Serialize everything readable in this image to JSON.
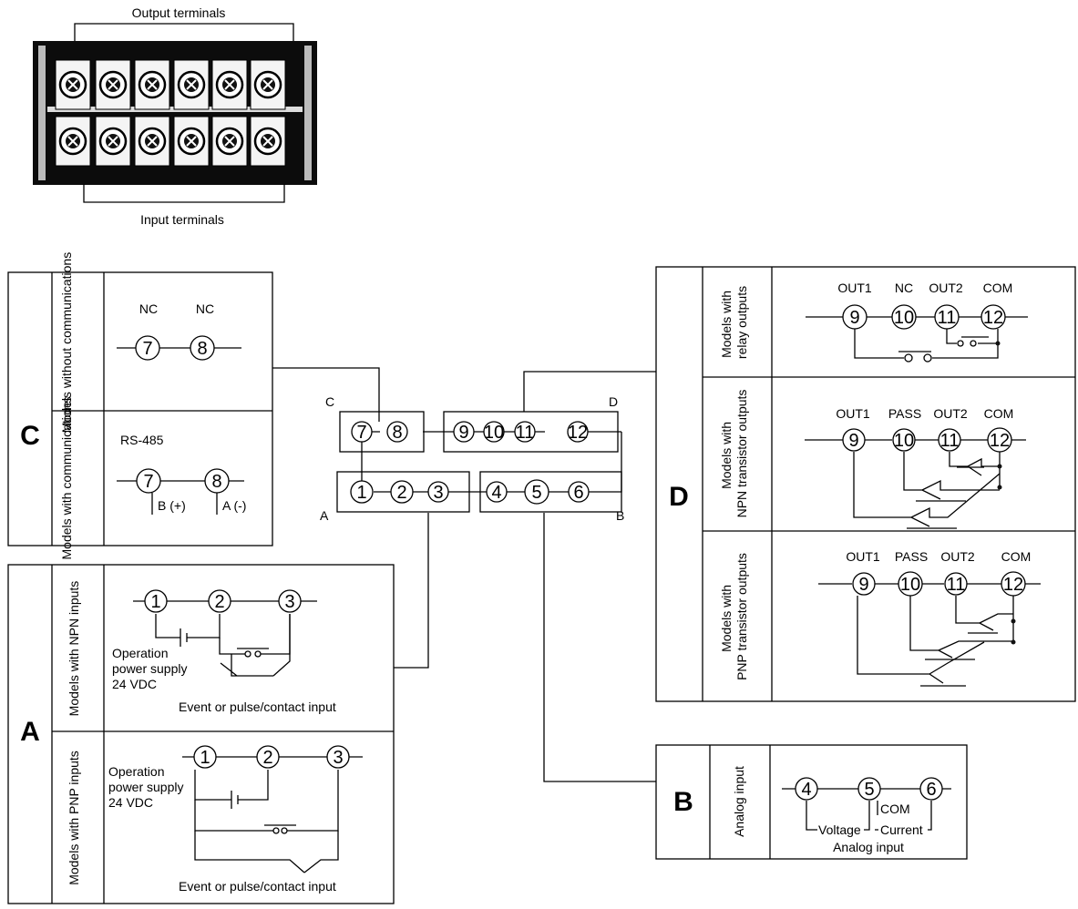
{
  "block": {
    "output_caption": "Output terminals",
    "input_caption": "Input terminals"
  },
  "center": {
    "label_c": "C",
    "label_d": "D",
    "label_a": "A",
    "label_b": "B",
    "row1": [
      "7",
      "8",
      "9",
      "10",
      "11",
      "12"
    ],
    "row2": [
      "1",
      "2",
      "3",
      "4",
      "5",
      "6"
    ]
  },
  "panel_c": {
    "letter": "C",
    "row1_title": "Models without communications",
    "row2_title": "Models with communications",
    "nc1": "NC",
    "nc2": "NC",
    "t7": "7",
    "t8": "8",
    "rs485": "RS-485",
    "b_plus": "B (+)",
    "a_minus": "A (-)"
  },
  "panel_a": {
    "letter": "A",
    "row1_title": "Models with NPN inputs",
    "row2_title": "Models with PNP inputs",
    "t1": "1",
    "t2": "2",
    "t3": "3",
    "op_supply": [
      "Operation",
      "power supply",
      "24 VDC"
    ],
    "event": "Event or pulse/contact input"
  },
  "panel_d": {
    "letter": "D",
    "row1_title": [
      "Models with",
      "relay outputs"
    ],
    "row2_title": [
      "Models with",
      "NPN transistor outputs"
    ],
    "row3_title": [
      "Models with",
      "PNP transistor outputs"
    ],
    "relay_labels": [
      "OUT1",
      "NC",
      "OUT2",
      "COM"
    ],
    "npn_labels": [
      "OUT1",
      "PASS",
      "OUT2",
      "COM"
    ],
    "pnp_labels": [
      "OUT1",
      "PASS",
      "OUT2",
      "COM"
    ],
    "terms": [
      "9",
      "10",
      "11",
      "12"
    ]
  },
  "panel_b": {
    "letter": "B",
    "title": "Analog input",
    "terms": [
      "4",
      "5",
      "6"
    ],
    "com": "COM",
    "voltage": "Voltage",
    "current": "Current",
    "caption": "Analog input"
  }
}
